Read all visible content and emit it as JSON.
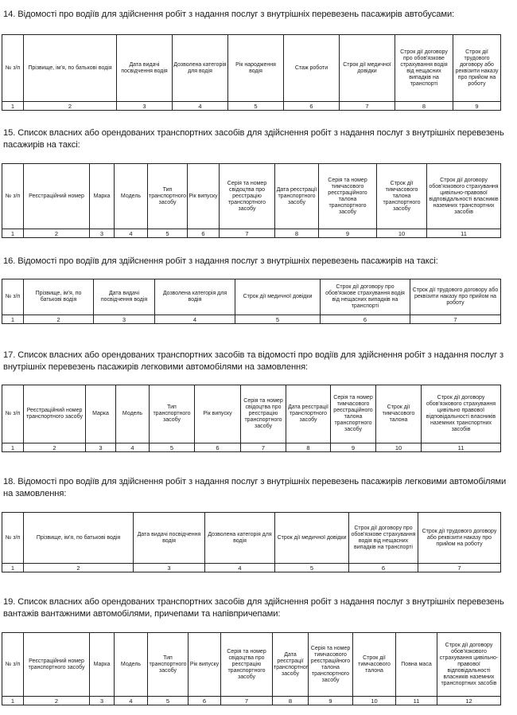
{
  "sections": [
    {
      "title": "14. Відомості про водіїв для здійснення робіт з надання послуг з внутрішніх перевезень пасажирів автобусами:",
      "headers": [
        "№ з/п",
        "Прізвище, ім'я, по батькові водія",
        "Дата видачі посвідчення водія",
        "Дозволена категорія для водія",
        "Рік народження водія",
        "Стаж роботи",
        "Строк дії медичної довідки",
        "Строк дії договору про обов'язкове страхування водія від нещасних випадків на транспорті",
        "Строк дії трудового договору або реквізити наказу про прийом на роботу"
      ],
      "numbers": [
        "1",
        "2",
        "3",
        "4",
        "5",
        "6",
        "7",
        "8",
        "9"
      ]
    },
    {
      "title": "15. Список власних або орендованих транспортних засобів для здійснення робіт з надання послуг з внутрішніх перевезень пасажирів на таксі:",
      "headers": [
        "№ з/п",
        "Реєстраційний номер",
        "Марка",
        "Модель",
        "Тип транспортного засобу",
        "Рік випуску",
        "Серія та номер свідоцтва про реєстрацію транспортного засобу",
        "Дата реєстрації транспортного засобу",
        "Серія та номер тимчасового реєстраційного талона транспортного засобу",
        "Строк дії тимчасового талона транспортного засобу",
        "Строк дії договору обов'язкового страхування цивільно-правової відповідальності власників наземних транспортних засобів"
      ],
      "numbers": [
        "1",
        "2",
        "3",
        "4",
        "5",
        "6",
        "7",
        "8",
        "9",
        "10",
        "11"
      ]
    },
    {
      "title": "16. Відомості про водіїв для здійснення робіт з надання послуг з внутрішніх перевезень пасажирів на таксі:",
      "headers": [
        "№ з/п",
        "Прізвище, ім'я, по батькові водія",
        "Дата видачі посвідчення водія",
        "Дозволена категорія для водія",
        "Строк дії медичної довідки",
        "Строк дії договору про обов'язкове страхування водія від нещасних випадків на транспорті",
        "Строк дії трудового договору або реквізити наказу про прийом на роботу"
      ],
      "numbers": [
        "1",
        "2",
        "3",
        "4",
        "5",
        "6",
        "7"
      ]
    },
    {
      "title": "17. Список власних або орендованих транспортних засобів та відомості про водіїв для здійснення робіт з надання послуг з внутрішніх перевезень пасажирів легковими автомобілями на замовлення:",
      "headers": [
        "№ з/п",
        "Реєстраційний номер транспортного засобу",
        "Марка",
        "Модель",
        "Тип транспортного засобу",
        "Рік випуску",
        "Серія та номер свідоцтва про реєстрацію транспортного засобу",
        "Дата реєстрації транспортного засобу",
        "Серія та номер тимчасового реєстраційного талона транспортного засобу",
        "Строк дії тимчасового талона",
        "Строк дії договору обов'язкового страхування цивільно правової відповідальності власників наземних транспортних засобів"
      ],
      "numbers": [
        "1",
        "2",
        "3",
        "4",
        "5",
        "6",
        "7",
        "8",
        "9",
        "10",
        "11"
      ]
    },
    {
      "title": "18. Відомості про водіїв для здійснення робіт з надання послуг з внутрішніх перевезень пасажирів легковими автомобілями на замовлення:",
      "headers": [
        "№ з/п",
        "Прізвище, ім'я, по батькові водія",
        "Дата видачі посвідчення водія",
        "Дозволена категорія для водія",
        "Строк дії медичної довідки",
        "Строк дії договору про обов'язкове страхування водія від нещасних випадків на транспорті",
        "Строк дії трудового договору або реквізити наказу про прийом на роботу"
      ],
      "numbers": [
        "1",
        "2",
        "3",
        "4",
        "5",
        "6",
        "7"
      ]
    },
    {
      "title": "19. Список власних або орендованих транспортних засобів для здійснення робіт з надання послуг з внутрішніх перевезень вантажів вантажними автомобілями, причепами та напівпричепами:",
      "headers": [
        "№ з/п",
        "Реєстраційний номер транспортного засобу",
        "Марка",
        "Модель",
        "Тип транспортного засобу",
        "Рік випуску",
        "Серія та номер свідоцтва про реєстрацію транспортного засобу",
        "Дата реєстрації транспортного засобу",
        "Серія та номер тимчасового реєстраційного талона транспортного засобу",
        "Строк дії тимчасового талона",
        "Повна маса",
        "Строк дії договору обов'язкового страхування цивільно-правової відповідальності власників наземних транспортних засобів"
      ],
      "numbers": [
        "1",
        "2",
        "3",
        "4",
        "5",
        "6",
        "7",
        "8",
        "9",
        "10",
        "11",
        "12"
      ]
    }
  ]
}
